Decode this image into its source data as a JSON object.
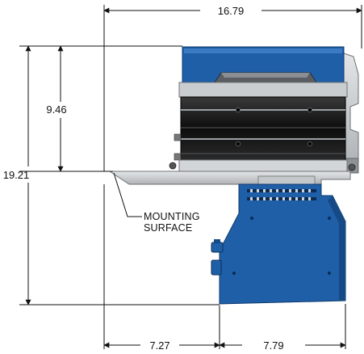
{
  "dimensions": {
    "overall_width": "16.79",
    "overall_height": "19.21",
    "upper_height": "9.46",
    "left_depth": "7.27",
    "right_depth": "7.79"
  },
  "callout": {
    "line1": "MOUNTING",
    "line2": "SURFACE"
  },
  "colors": {
    "blue": "#1f5fa8",
    "blue_dark": "#164a86",
    "black": "#141414",
    "grey": "#bfc3c7",
    "grey_light": "#d9dcdf",
    "grey_dark": "#6d7276",
    "line": "#111111"
  }
}
